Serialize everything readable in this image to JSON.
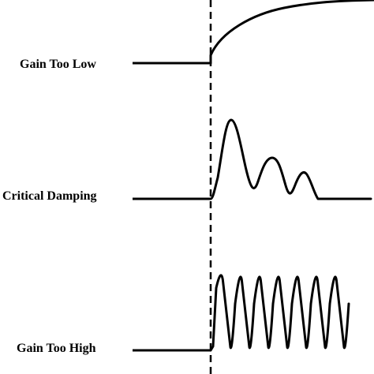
{
  "diagram": {
    "labels": {
      "gain_too_low": "Gain Too Low",
      "critical_damping": "Critical Damping",
      "gain_too_high": "Gain Too High"
    }
  }
}
